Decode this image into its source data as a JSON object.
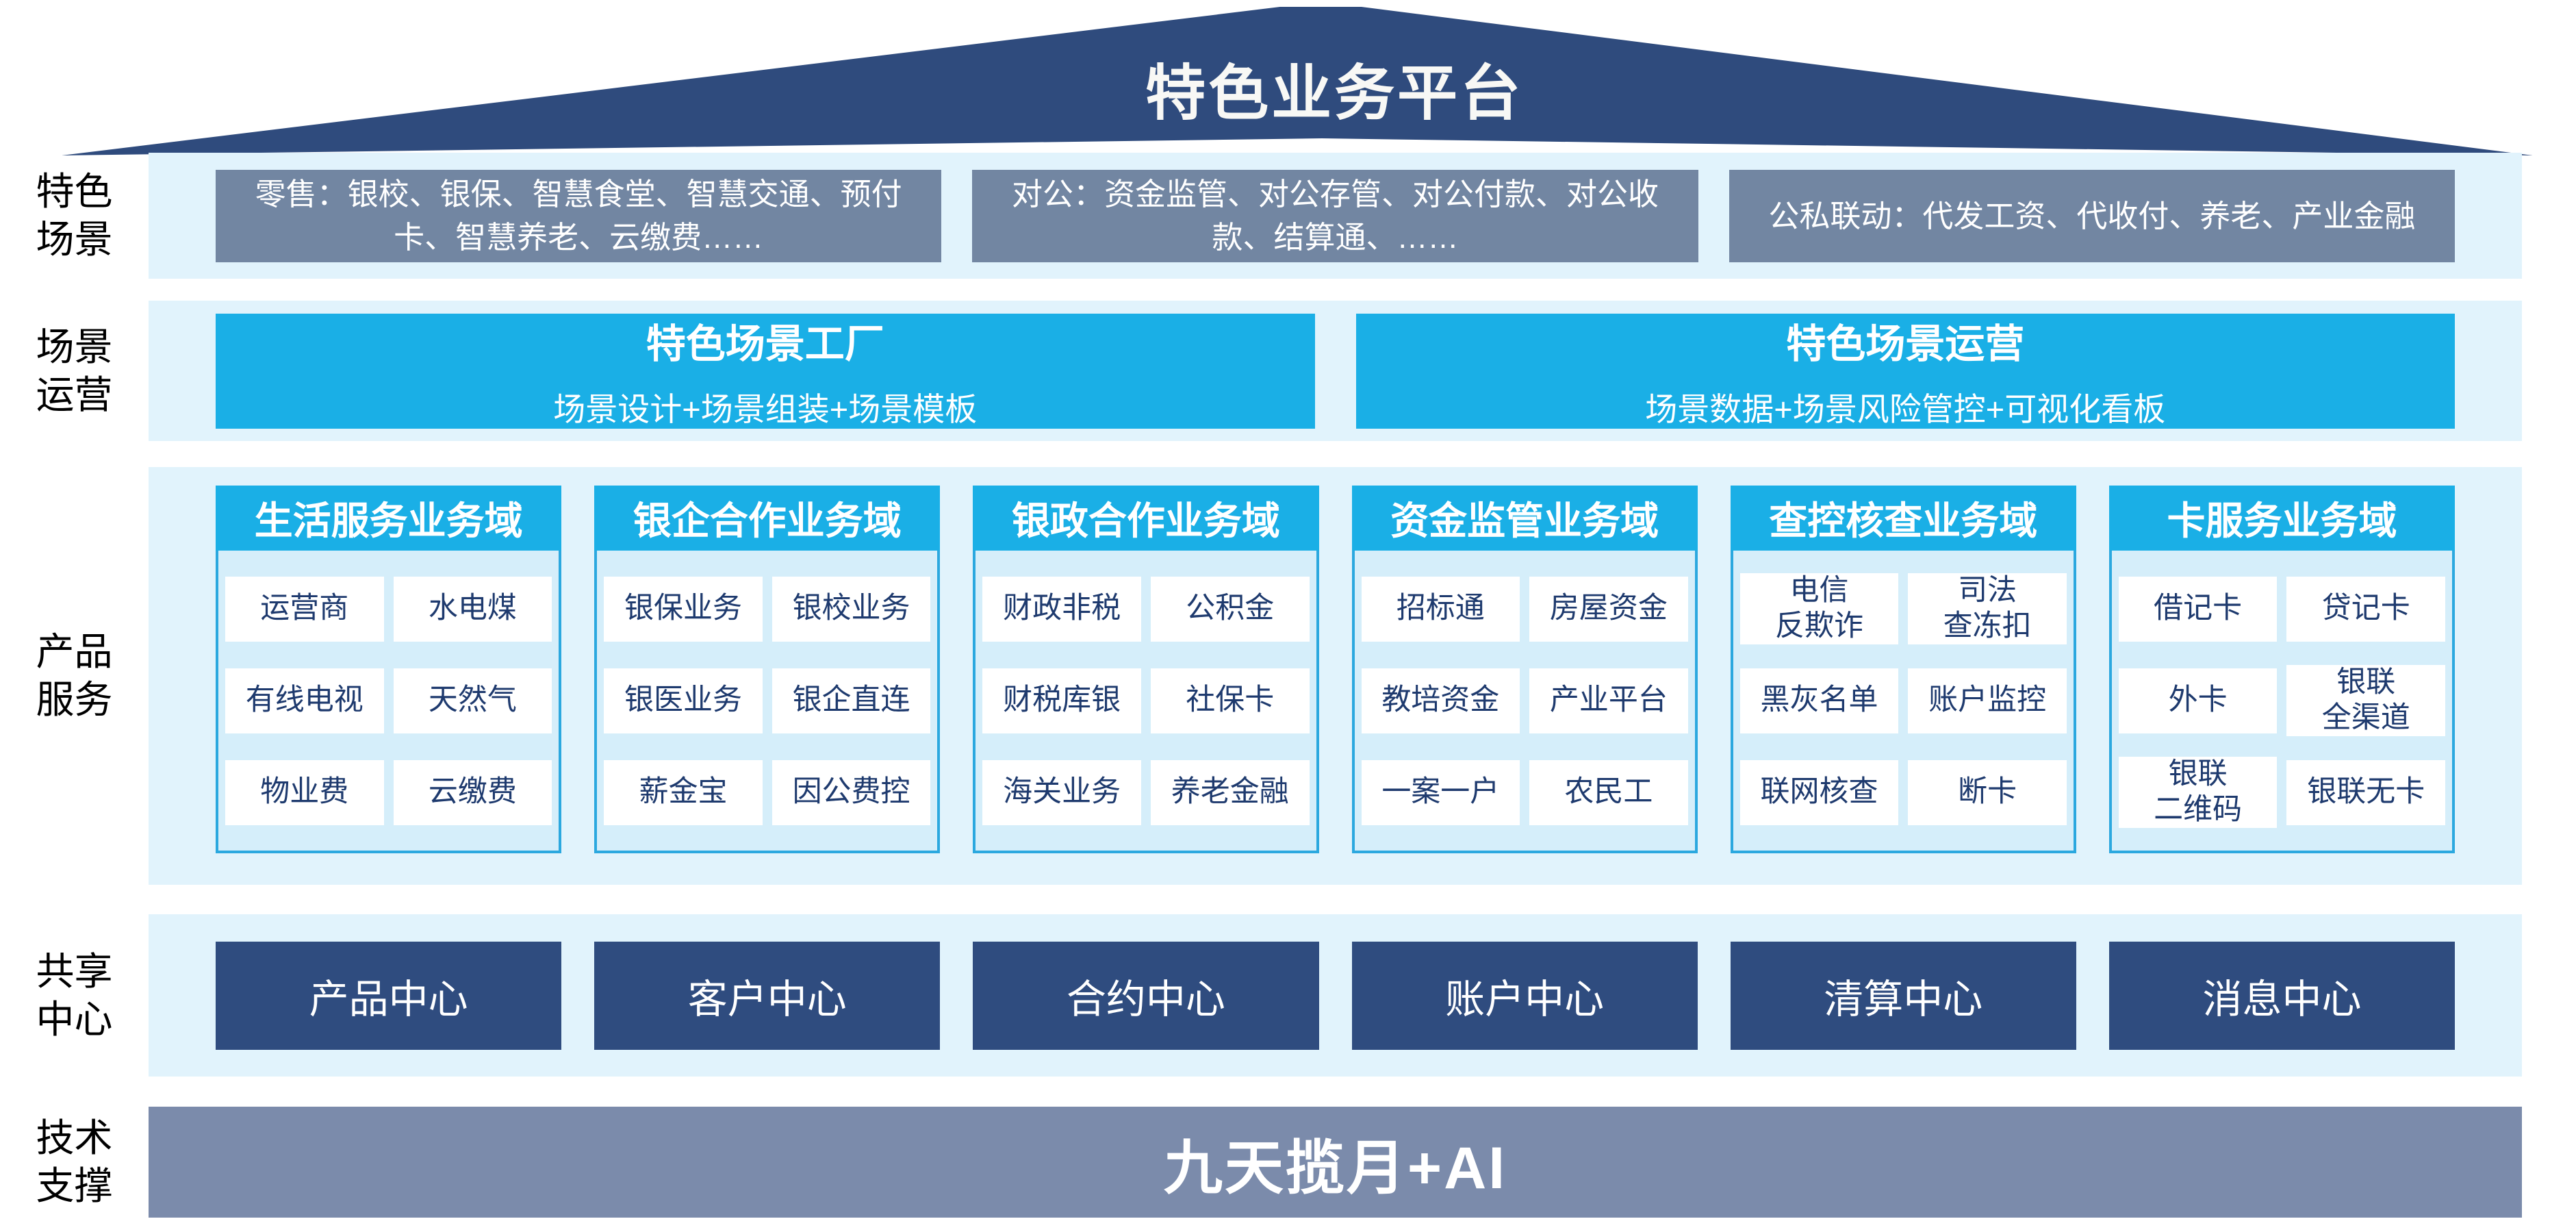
{
  "title": "特色业务平台",
  "colors": {
    "roof_navy": "#2F4B7D",
    "band_light_blue": "#E1F3FC",
    "scene_slate": "#7286A2",
    "accent_cyan": "#1AAFE6",
    "column_body_blue": "#D5EEFA",
    "column_border_cyan": "#2BA8DF",
    "item_text_navy": "#1E3A6E",
    "center_navy": "#2F4C7F",
    "tech_bar_gray_blue": "#7B8BAB"
  },
  "scene": {
    "label": "特色\n场景",
    "boxes": [
      "零售：银校、银保、智慧食堂、智慧交通、预付卡、智慧养老、云缴费……",
      "对公：资金监管、对公存管、对公付款、对公收款、结算通、……",
      "公私联动：代发工资、代收付、养老、产业金融"
    ]
  },
  "operation": {
    "label": "场景\n运营",
    "boxes": [
      {
        "title": "特色场景工厂",
        "subtitle": "场景设计+场景组装+场景模板"
      },
      {
        "title": "特色场景运营",
        "subtitle": "场景数据+场景风险管控+可视化看板"
      }
    ]
  },
  "products": {
    "label": "产品\n服务",
    "columns": [
      {
        "header": "生活服务业务域",
        "items": [
          "运营商",
          "水电煤",
          "有线电视",
          "天然气",
          "物业费",
          "云缴费"
        ]
      },
      {
        "header": "银企合作业务域",
        "items": [
          "银保业务",
          "银校业务",
          "银医业务",
          "银企直连",
          "薪金宝",
          "因公费控"
        ]
      },
      {
        "header": "银政合作业务域",
        "items": [
          "财政非税",
          "公积金",
          "财税库银",
          "社保卡",
          "海关业务",
          "养老金融"
        ]
      },
      {
        "header": "资金监管业务域",
        "items": [
          "招标通",
          "房屋资金",
          "教培资金",
          "产业平台",
          "一案一户",
          "农民工"
        ]
      },
      {
        "header": "查控核查业务域",
        "items": [
          "电信\n反欺诈",
          "司法\n查冻扣",
          "黑灰名单",
          "账户监控",
          "联网核查",
          "断卡"
        ]
      },
      {
        "header": "卡服务业务域",
        "items": [
          "借记卡",
          "贷记卡",
          "外卡",
          "银联\n全渠道",
          "银联\n二维码",
          "银联无卡"
        ]
      }
    ]
  },
  "shared": {
    "label": "共享\n中心",
    "centers": [
      "产品中心",
      "客户中心",
      "合约中心",
      "账户中心",
      "清算中心",
      "消息中心"
    ]
  },
  "tech": {
    "label": "技术\n支撑",
    "bar_text": "九天揽月+AI"
  }
}
